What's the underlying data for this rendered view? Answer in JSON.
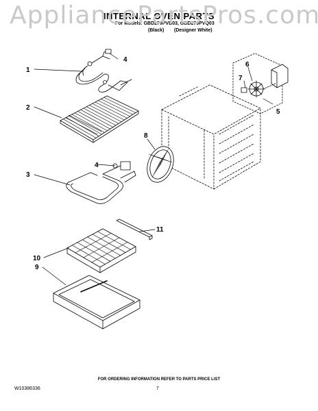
{
  "watermark": "AppliancePartsPros.com",
  "header": {
    "title": "INTERNAL OVEN PARTS",
    "models": "For Models: GBD279PVB03, GBD279PVQ03",
    "variant_black": "(Black)",
    "variant_white": "(Designer White)"
  },
  "callouts": [
    "1",
    "2",
    "3",
    "4",
    "4",
    "5",
    "6",
    "7",
    "8",
    "9",
    "10",
    "11"
  ],
  "footer": {
    "note": "FOR ORDERING INFORMATION REFER TO PARTS PRICE LIST",
    "part_number": "W10386336",
    "page_number": "7"
  }
}
